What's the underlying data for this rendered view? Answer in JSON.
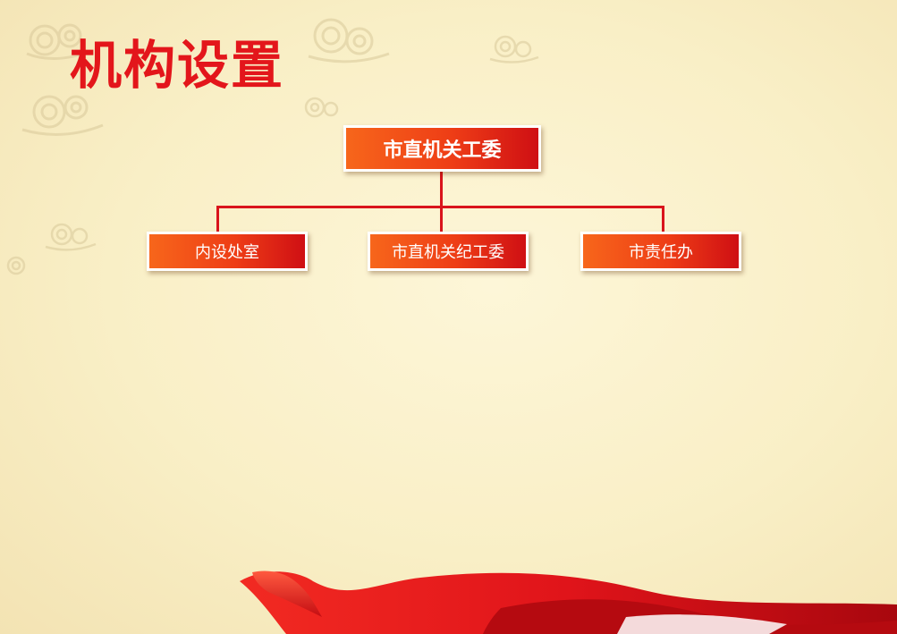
{
  "slide": {
    "title": "机构设置"
  },
  "org_chart": {
    "root": {
      "label": "市直机关工委"
    },
    "children": [
      {
        "label": "内设处室"
      },
      {
        "label": "市直机关纪工委"
      },
      {
        "label": "市责任办"
      }
    ]
  },
  "colors": {
    "title_red": "#e3161b",
    "box_gradient_start": "#f7661b",
    "box_gradient_end": "#cf0f14",
    "connector_red": "#d9141c",
    "background": "#fbf3d0"
  },
  "decorations": {
    "background_motif": "auspicious-cloud-icon",
    "bottom_ornament": "red-silk-ribbon"
  }
}
